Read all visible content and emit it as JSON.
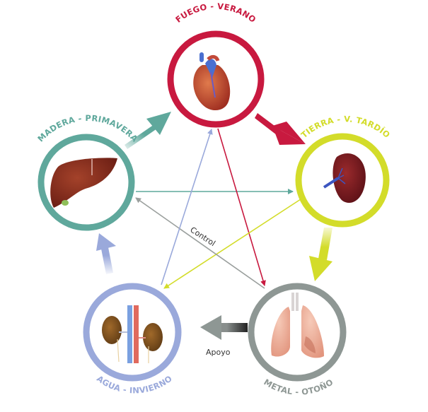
{
  "title": "Cinco elementos",
  "elements": [
    {
      "id": "fuego",
      "label": "FUEGO - VERANO",
      "organ": "heart",
      "color": "#c8193f"
    },
    {
      "id": "tierra",
      "label": "TIERRA - V. TARDÍO",
      "organ": "spleen",
      "color": "#d3dc2a"
    },
    {
      "id": "metal",
      "label": "METAL - OTOÑO",
      "organ": "lungs",
      "color": "#8e9794"
    },
    {
      "id": "agua",
      "label": "AGUA - INVIERNO",
      "organ": "kidneys",
      "color": "#9aa9db"
    },
    {
      "id": "madera",
      "label": "MADERA - PRIMAVERA",
      "organ": "liver",
      "color": "#5fa89c"
    }
  ],
  "labels": {
    "control": "Control",
    "apoyo": "Apoyo"
  },
  "support_cycle": [
    "madera",
    "fuego",
    "tierra",
    "metal",
    "agua",
    "madera"
  ],
  "control_cycle": [
    {
      "from": "madera",
      "to": "tierra"
    },
    {
      "from": "fuego",
      "to": "metal"
    },
    {
      "from": "tierra",
      "to": "agua"
    },
    {
      "from": "metal",
      "to": "madera"
    },
    {
      "from": "agua",
      "to": "fuego"
    }
  ]
}
